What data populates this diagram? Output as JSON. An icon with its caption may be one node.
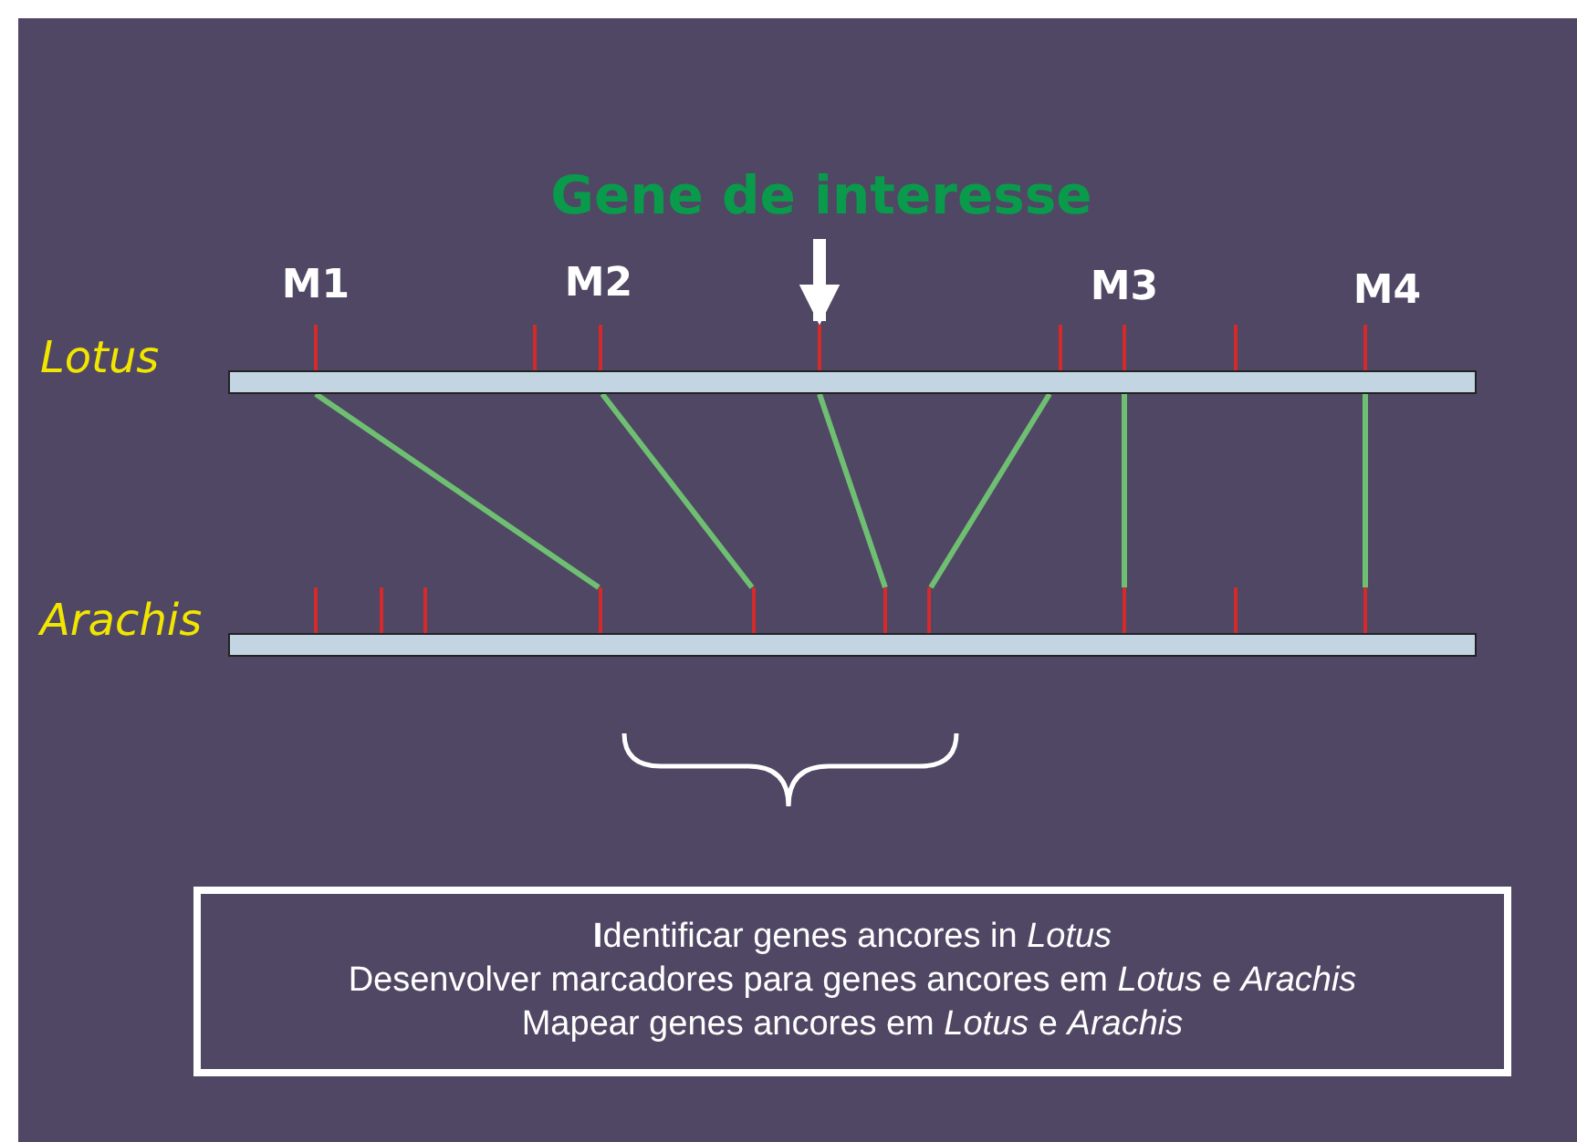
{
  "diagram": {
    "nodes": [
      {
        "text": [
          "Lotus"
        ]
      },
      {
        "text": [
          "Arachis"
        ]
      },
      {
        "text": [
          "**I**dentificar genes ancores in *Lotus*",
          "Desenvolver marcadores para genes ancores em *Lotus* e *Arachis*",
          "Mapear genes ancores em *Lotus* e *Arachis*"
        ]
      }
    ],
    "edges": [
      {
        "from": 0,
        "to": 1,
        "arrow": "none"
      },
      {
        "from": 0,
        "to": 1,
        "arrow": "none"
      },
      {
        "from": 0,
        "to": 1,
        "arrow": "none"
      },
      {
        "from": 0,
        "to": 1,
        "arrow": "none"
      },
      {
        "from": 0,
        "to": 1,
        "arrow": "none"
      },
      {
        "from": 0,
        "to": 1,
        "arrow": "none"
      },
      {
        "from": null,
        "to": 0,
        "arrow": "to",
        "style": "thick",
        "color": "#ffffff"
      }
    ],
    "labels": [
      "Gene de interesse",
      "M1",
      "M2",
      "M3",
      "M4"
    ]
  }
}
